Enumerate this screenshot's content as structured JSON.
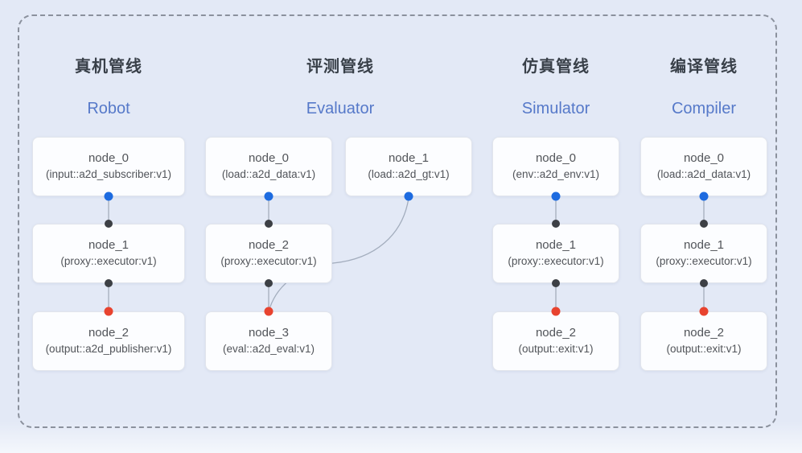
{
  "pipelines": [
    {
      "title_zh": "真机管线",
      "title_en": "Robot",
      "nodes": [
        {
          "name": "node_0",
          "type": "(input::a2d_subscriber:v1)"
        },
        {
          "name": "node_1",
          "type": "(proxy::executor:v1)"
        },
        {
          "name": "node_2",
          "type": "(output::a2d_publisher:v1)"
        }
      ]
    },
    {
      "title_zh": "评测管线",
      "title_en": "Evaluator",
      "nodes": [
        {
          "name": "node_0",
          "type": "(load::a2d_data:v1)"
        },
        {
          "name": "node_1",
          "type": "(load::a2d_gt:v1)"
        },
        {
          "name": "node_2",
          "type": "(proxy::executor:v1)"
        },
        {
          "name": "node_3",
          "type": "(eval::a2d_eval:v1)"
        }
      ]
    },
    {
      "title_zh": "仿真管线",
      "title_en": "Simulator",
      "nodes": [
        {
          "name": "node_0",
          "type": "(env::a2d_env:v1)"
        },
        {
          "name": "node_1",
          "type": "(proxy::executor:v1)"
        },
        {
          "name": "node_2",
          "type": "(output::exit:v1)"
        }
      ]
    },
    {
      "title_zh": "编译管线",
      "title_en": "Compiler",
      "nodes": [
        {
          "name": "node_0",
          "type": "(load::a2d_data:v1)"
        },
        {
          "name": "node_1",
          "type": "(proxy::executor:v1)"
        },
        {
          "name": "node_2",
          "type": "(output::exit:v1)"
        }
      ]
    }
  ],
  "colors": {
    "bg": "#e3e9f6",
    "frame": "#8b919d",
    "title_zh": "#394049",
    "title_en": "#5679c9",
    "node_bg": "#fcfdff",
    "node_border": "#e2e5ec",
    "node_text": "#515459",
    "edge": "#a3adbd",
    "port_blue": "#1d6be0",
    "port_dark": "#3d4045",
    "port_red": "#e8432f"
  }
}
